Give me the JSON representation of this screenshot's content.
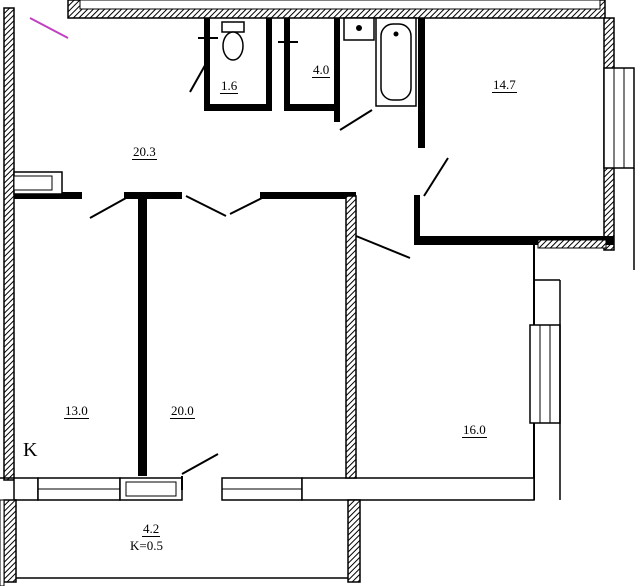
{
  "rooms": {
    "hall": "20.3",
    "wc": "1.6",
    "bathroom": "4.0",
    "bedroom_ne": "14.7",
    "room_west": "13.0",
    "room_center": "20.0",
    "room_east": "16.0",
    "balcony": "4.2"
  },
  "labels": {
    "kitchen_letter": "K",
    "balcony_coef": "K=0.5"
  },
  "colors": {
    "wall": "#000000",
    "hatch_bg": "#ffffff",
    "accent_line": "#c040c0"
  }
}
